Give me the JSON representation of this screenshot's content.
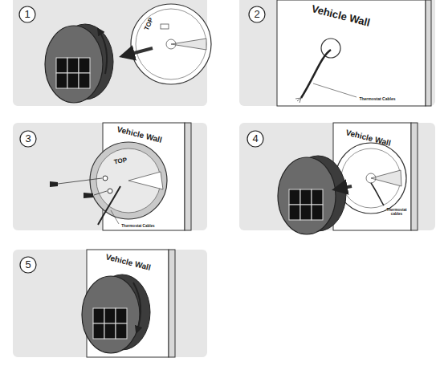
{
  "diagram": {
    "labels": [
      "1",
      "TOP",
      "2",
      "Vehicle Wall",
      "Thermostat Cables",
      "3",
      "Vehicle Wall",
      "TOP",
      "Thermostat Cables",
      "4",
      "Vehicle Wall",
      "Thermostat cables",
      "5",
      "Vehicle Wall"
    ]
  }
}
